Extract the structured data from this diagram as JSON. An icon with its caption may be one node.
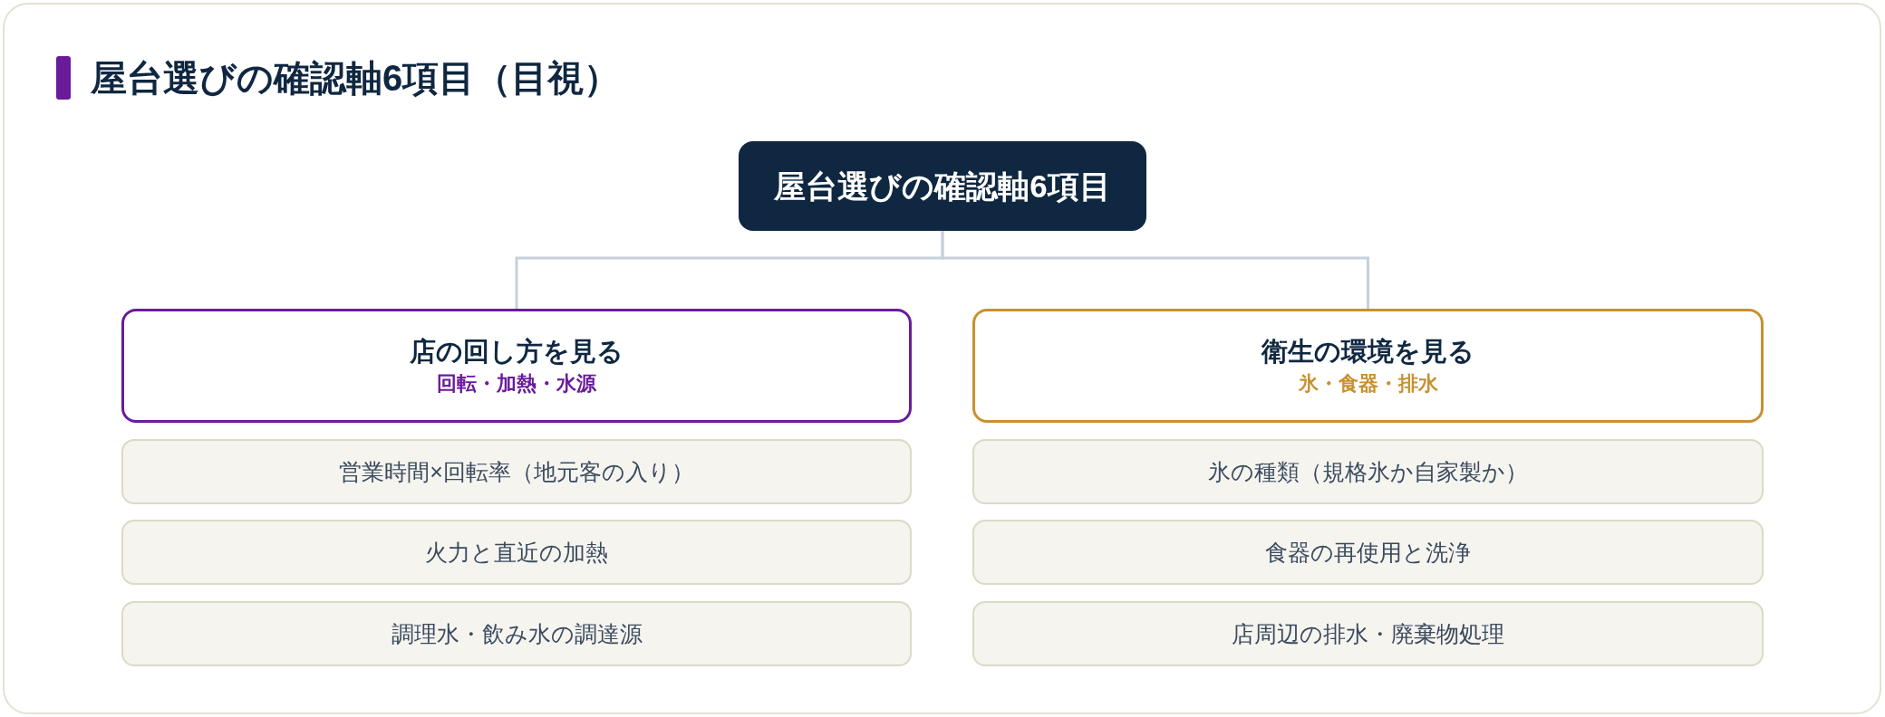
{
  "diagram": {
    "title": "屋台選びの確認軸6項目（目視）",
    "nodes": [
      {
        "text": [
          "屋台選びの確認軸6項目"
        ]
      },
      {
        "text": [
          "店の回し方を見る",
          "回転・加熱・水源"
        ]
      },
      {
        "text": [
          "営業時間×回転率（地元客の入り）"
        ]
      },
      {
        "text": [
          "火力と直近の加熱"
        ]
      },
      {
        "text": [
          "調理水・飲み水の調達源"
        ]
      },
      {
        "text": [
          "衛生の環境を見る",
          "氷・食器・排水"
        ]
      },
      {
        "text": [
          "氷の種類（規格氷か自家製か）"
        ]
      },
      {
        "text": [
          "食器の再使用と洗浄"
        ]
      },
      {
        "text": [
          "店周辺の排水・廃棄物処理"
        ]
      }
    ],
    "edges": [
      {
        "from": 0,
        "to": 1,
        "arrow": "none"
      },
      {
        "from": 0,
        "to": 5,
        "arrow": "none"
      }
    ]
  }
}
